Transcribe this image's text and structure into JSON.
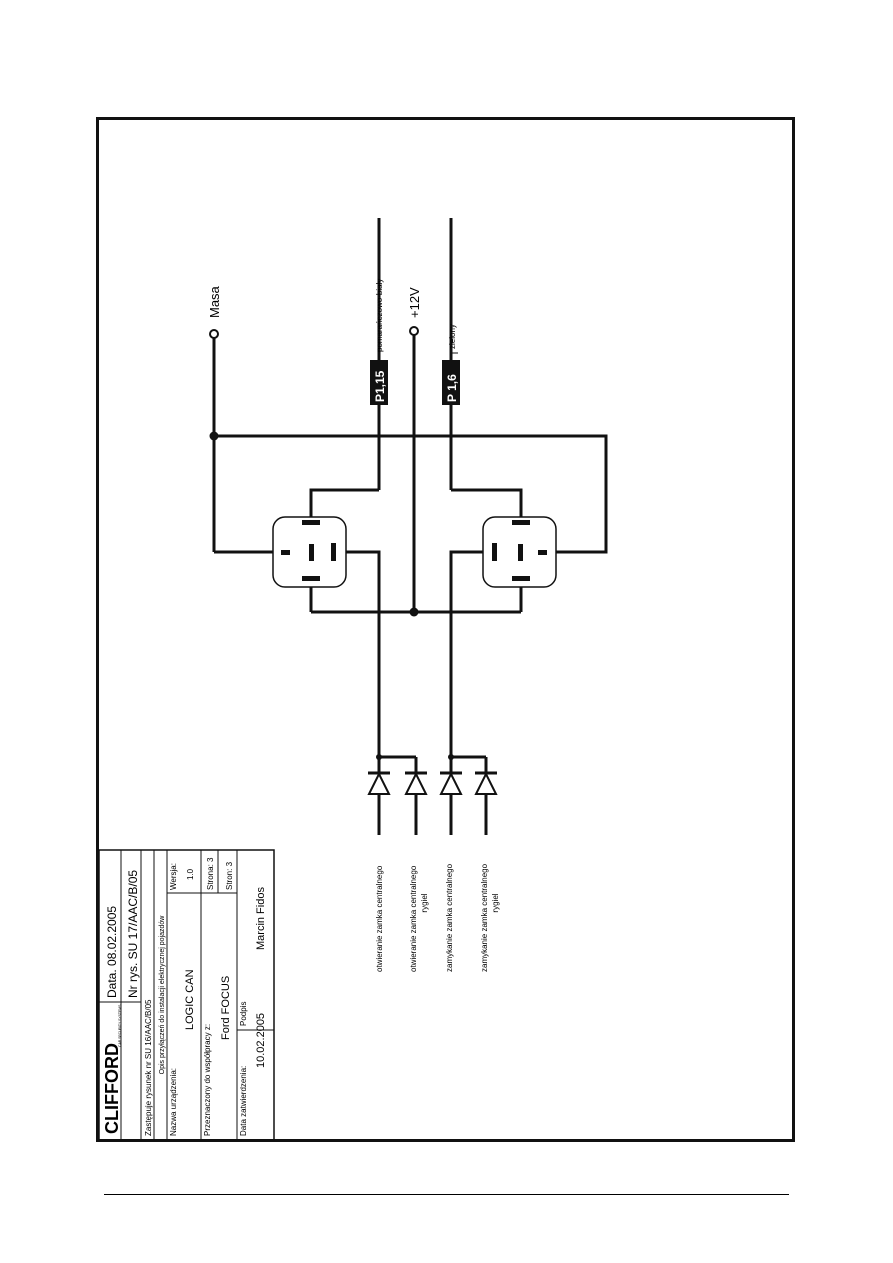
{
  "title_block": {
    "logo_text": "CLIFFORD",
    "logo_subtext": "CAR SECURITY SYSTEMS",
    "date": "Data. 08.02.2005",
    "drawing_no": "Nr rys. SU 17/AAC/B/05",
    "replaces": "Zastępuje rysunek nr   SU 16/AAC/B/05",
    "description": "Opis przyłączeń do instalacji elektrycznej pojazdów",
    "device_name_label": "Nazwa urządzenia:",
    "device_name": "LOGIC CAN",
    "version_label": "Wersja:",
    "version": "1.0",
    "intended_label": "Przeznaczony do współpracy z:",
    "intended_for": "Ford FOCUS",
    "page_label": "Strona: 3",
    "pages_label": "Stron:  3",
    "approval_label": "Data zatwierdzenia:",
    "approval_date": "10.02.2005",
    "signature_label": "Podpis",
    "signature": "Marcin Fidos"
  },
  "diagram": {
    "label_masa": "Masa",
    "label_12v": "+12V",
    "connector_p115": "P1,15",
    "connector_p16": "P 1,6",
    "wire_orange_white": "pomarańczowo-biały",
    "wire_green": "zielony",
    "inputs": [
      {
        "line1": "otwieranie zamka centralnego",
        "line2": ""
      },
      {
        "line1": "otwieranie zamka centralnego",
        "line2": "rygiel"
      },
      {
        "line1": "zamykanie zamka centralnego",
        "line2": ""
      },
      {
        "line1": "zamykanie zamka centralnego",
        "line2": "rygiel"
      }
    ]
  },
  "colors": {
    "ink": "#111111",
    "background": "#ffffff"
  }
}
